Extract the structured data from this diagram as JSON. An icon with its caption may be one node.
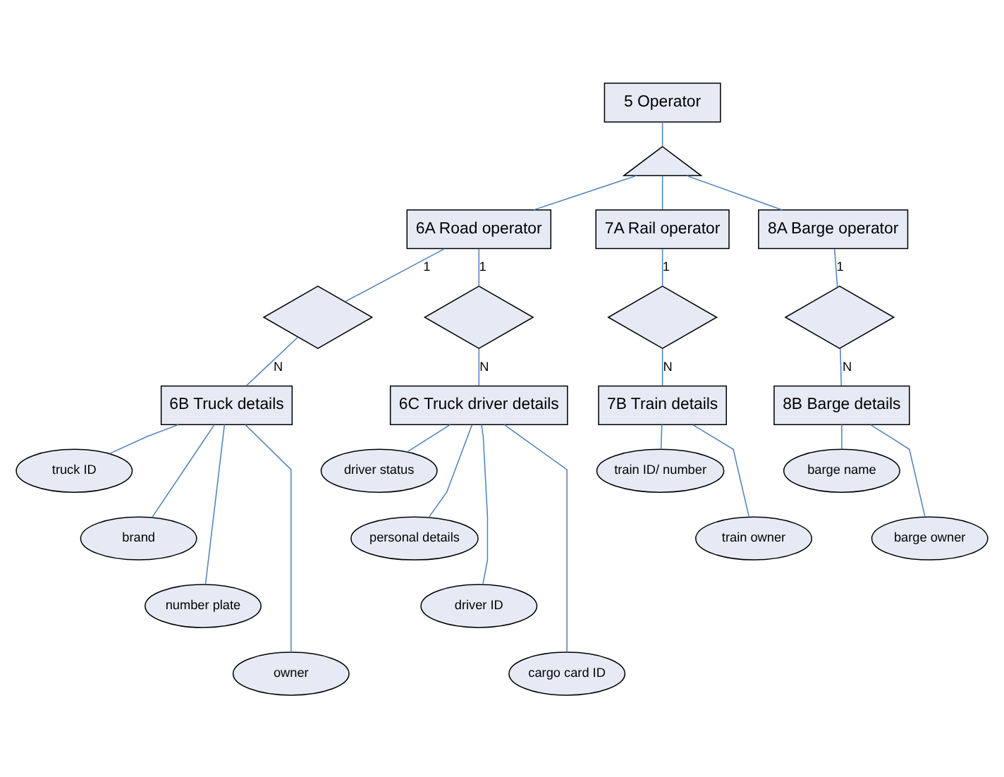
{
  "diagram": {
    "nodes": [
      {
        "text": [
          "5 Operator"
        ]
      },
      {
        "text": [],
        "shape": "triangle"
      },
      {
        "text": [
          "6A Road operator"
        ]
      },
      {
        "text": [
          "7A Rail operator"
        ]
      },
      {
        "text": [
          "8A Barge operator"
        ]
      },
      {
        "text": [],
        "shape": "diamond"
      },
      {
        "text": [],
        "shape": "diamond"
      },
      {
        "text": [],
        "shape": "diamond"
      },
      {
        "text": [],
        "shape": "diamond"
      },
      {
        "text": [
          "6B Truck details"
        ]
      },
      {
        "text": [
          "6C Truck driver details"
        ]
      },
      {
        "text": [
          "7B Train details"
        ]
      },
      {
        "text": [
          "8B Barge details"
        ]
      },
      {
        "text": [
          "truck ID"
        ]
      },
      {
        "text": [
          "brand"
        ]
      },
      {
        "text": [
          "number plate"
        ]
      },
      {
        "text": [
          "owner"
        ]
      },
      {
        "text": [
          "driver status"
        ]
      },
      {
        "text": [
          "personal details"
        ]
      },
      {
        "text": [
          "driver ID"
        ]
      },
      {
        "text": [
          "cargo card ID"
        ]
      },
      {
        "text": [
          "train ID/ number"
        ]
      },
      {
        "text": [
          "train owner"
        ]
      },
      {
        "text": [
          "barge name"
        ]
      },
      {
        "text": [
          "barge owner"
        ]
      }
    ],
    "edges": [
      {
        "from": 0,
        "to": 1,
        "arrow": "none"
      },
      {
        "from": 1,
        "to": 2,
        "arrow": "none"
      },
      {
        "from": 1,
        "to": 3,
        "arrow": "none"
      },
      {
        "from": 1,
        "to": 4,
        "arrow": "none"
      },
      {
        "from": 2,
        "to": 5,
        "arrow": "none",
        "label": "1"
      },
      {
        "from": 5,
        "to": 9,
        "arrow": "none",
        "label": "N"
      },
      {
        "from": 2,
        "to": 6,
        "arrow": "none",
        "label": "1"
      },
      {
        "from": 6,
        "to": 10,
        "arrow": "none",
        "label": "N"
      },
      {
        "from": 3,
        "to": 7,
        "arrow": "none",
        "label": "1"
      },
      {
        "from": 7,
        "to": 11,
        "arrow": "none",
        "label": "N"
      },
      {
        "from": 4,
        "to": 8,
        "arrow": "none",
        "label": "1"
      },
      {
        "from": 8,
        "to": 12,
        "arrow": "none",
        "label": "N"
      },
      {
        "from": 9,
        "to": 13,
        "arrow": "none"
      },
      {
        "from": 9,
        "to": 14,
        "arrow": "none"
      },
      {
        "from": 9,
        "to": 15,
        "arrow": "none"
      },
      {
        "from": 9,
        "to": 16,
        "arrow": "none"
      },
      {
        "from": 10,
        "to": 17,
        "arrow": "none"
      },
      {
        "from": 10,
        "to": 18,
        "arrow": "none"
      },
      {
        "from": 10,
        "to": 19,
        "arrow": "none"
      },
      {
        "from": 10,
        "to": 20,
        "arrow": "none"
      },
      {
        "from": 11,
        "to": 21,
        "arrow": "none"
      },
      {
        "from": 11,
        "to": 22,
        "arrow": "none"
      },
      {
        "from": 12,
        "to": 23,
        "arrow": "none"
      },
      {
        "from": 12,
        "to": 24,
        "arrow": "none"
      }
    ]
  }
}
